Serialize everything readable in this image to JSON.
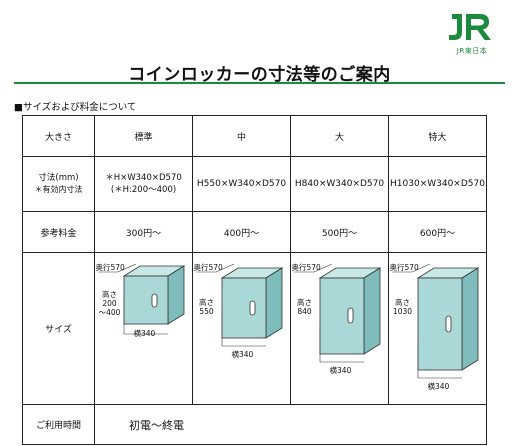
{
  "logo": {
    "mark": "JR",
    "name": "JR東日本",
    "color": "#1b8a3c"
  },
  "title": "コインロッカーの寸法等のご案内",
  "section_label": "■サイズおよび料金について",
  "table": {
    "header": {
      "size": "大きさ",
      "standard": "標準",
      "medium": "中",
      "large": "大",
      "xlarge": "特大"
    },
    "dimension_row": {
      "label_line1": "寸法(mm)",
      "label_line2": "＊有効内寸法",
      "standard_line1": "＊H×W340×D570",
      "standard_line2": "(＊H:200～400)",
      "medium": "H550×W340×D570",
      "large": "H840×W340×D570",
      "xlarge": "H1030×W340×D570"
    },
    "price_row": {
      "label": "参考料金",
      "standard": "300円～",
      "medium": "400円～",
      "large": "500円～",
      "xlarge": "600円～"
    },
    "size_row": {
      "label": "サイズ",
      "standard": {
        "depth": "奥行570",
        "height_label": "高さ",
        "height_1": "200",
        "height_2": "～400",
        "width": "横340"
      },
      "medium": {
        "depth": "奥行570",
        "height_label": "高さ",
        "height": "550",
        "width": "横340"
      },
      "large": {
        "depth": "奥行570",
        "height_label": "高さ",
        "height": "840",
        "width": "横340"
      },
      "xlarge": {
        "depth": "奥行570",
        "height_label": "高さ",
        "height": "1030",
        "width": "横340"
      }
    },
    "hours_row": {
      "label": "ご利用時間",
      "value": "初電～終電"
    }
  }
}
